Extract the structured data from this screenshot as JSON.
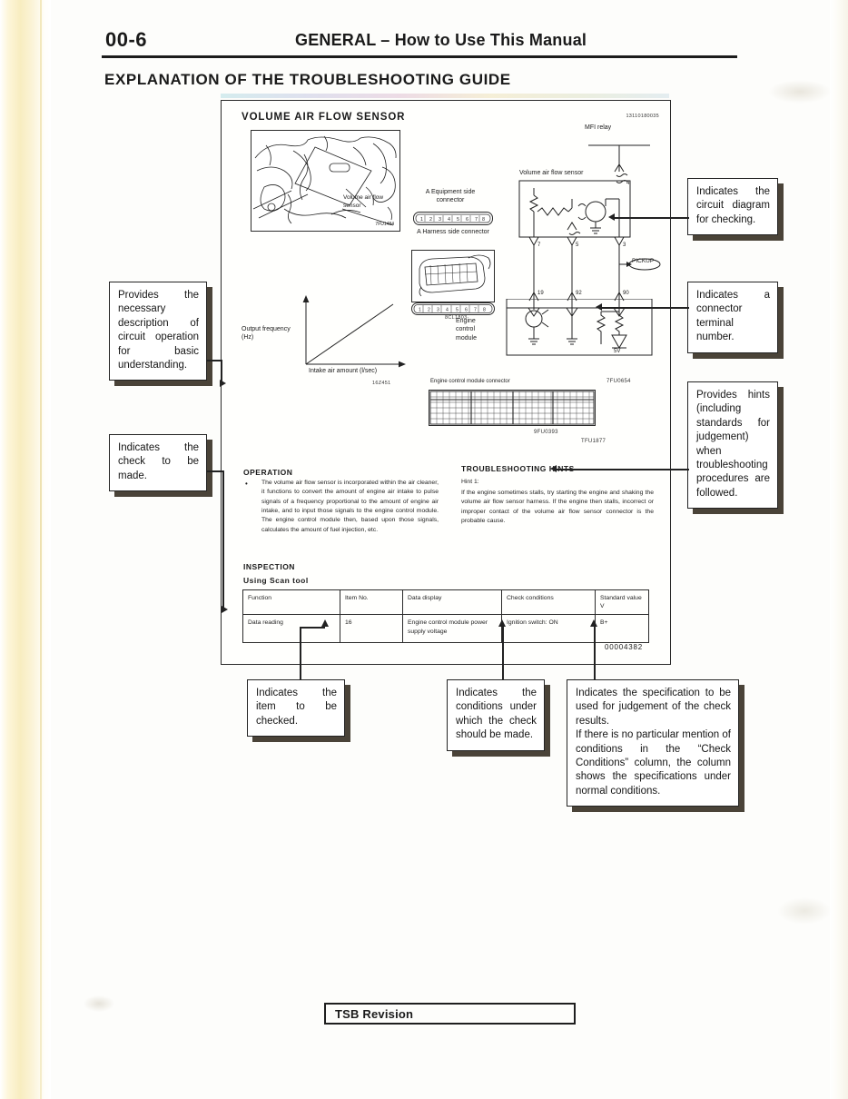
{
  "header": {
    "page_number": "00-6",
    "title": "GENERAL – How to Use This Manual",
    "section_title": "EXPLANATION OF THE TROUBLESHOOTING GUIDE"
  },
  "figure": {
    "title": "VOLUME AIR FLOW SENSOR",
    "top_right_code": "13110180035",
    "figure_number": "00004382",
    "illustration": {
      "label": "Volume air flow sensor",
      "code": "7FU1484"
    },
    "connectors": {
      "equipment_side_label": "A  Equipment side connector",
      "equipment_side_pins": "1 2 3 4 5 6 7 8",
      "harness_side_label": "A  Harness side connector",
      "harness_side_pins": "1 2 3 4 5 6 7 8",
      "harness_code": "8CL1803"
    },
    "graph": {
      "ylabel": "Output frequency (Hz)",
      "xlabel": "Intake air amount (l/sec)",
      "code": "16Z451"
    },
    "circuit": {
      "mfi_relay": "MFI relay",
      "sensor_box_label": "Volume air flow sensor",
      "pickup": "PICKUP",
      "engine_control_module": "Engine control module",
      "voltage": "5V",
      "sensor_terminals": [
        "4",
        "7",
        "5",
        "3"
      ],
      "ecm_terminals": [
        "19",
        "92",
        "90"
      ],
      "ecm_connector_label": "Engine control module connector",
      "codes": [
        "7FU0654",
        "9FU0393",
        "TFU1877"
      ]
    },
    "operation": {
      "heading": "OPERATION",
      "text": "The volume air flow sensor is incorporated within the air cleaner, it functions to convert the amount of engine air intake to pulse signals of a frequency proportional to the amount of engine air intake, and to input those signals to the engine control module. The engine control module then, based upon those signals, calculates the amount of fuel injection, etc."
    },
    "hints": {
      "heading": "TROUBLESHOOTING HINTS",
      "subheading": "Hint 1:",
      "text": "If the engine sometimes stalls, try starting the engine and shaking the volume air flow sensor harness. If the engine then stalls, incorrect or improper contact of the volume air flow sensor connector is the probable cause."
    },
    "inspection": {
      "heading": "INSPECTION",
      "subheading": "Using  Scan tool",
      "columns": [
        "Function",
        "Item No.",
        "Data display",
        "Check conditions",
        "Standard value   V"
      ],
      "rows": [
        {
          "function": "Data reading",
          "item_no": "16",
          "data_display": "Engine control module power supply voltage",
          "check_conditions": "Ignition switch: ON",
          "standard_value": "B+"
        }
      ]
    }
  },
  "callouts": {
    "operation_description": "Provides the necessary description of circuit operation for basic understanding.",
    "check_to_be_made": "Indicates the check to be made.",
    "circuit_diagram": "Indicates the circuit diagram for checking.",
    "connector_terminal": "Indicates a connector terminal number.",
    "hints": "Provides hints (including standards for judgement) when troubleshooting procedures are followed.",
    "item_checked": "Indicates the item to be checked.",
    "conditions": "Indicates the conditions under which the check should be made.",
    "specification_line1": "Indicates the specification to be used for judgement of the check results.",
    "specification_line2": "If there is no particular mention of conditions in the “Check Conditions” column, the column shows the specifications under normal conditions."
  },
  "footer": {
    "tsb_revision": "TSB Revision"
  }
}
